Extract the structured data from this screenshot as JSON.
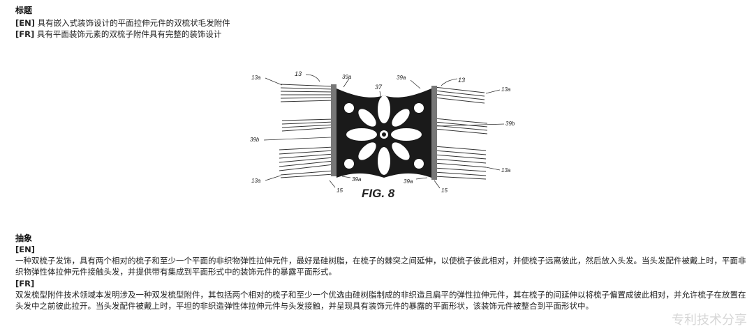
{
  "title_section": {
    "heading": "标题",
    "en_tag": "[EN]",
    "en_text": "具有嵌入式装饰设计的平面拉伸元件的双梳状毛发附件",
    "fr_tag": "[FR]",
    "fr_text": "具有平面装饰元素的双梳子附件具有完整的装饰设计"
  },
  "figure": {
    "caption": "FIG. 8",
    "labels": {
      "l13_top_left": "13",
      "l13_top_right": "13",
      "l13a_top_left": "13a",
      "l13a_top_right": "13a",
      "l13a_bottom_right": "13a",
      "l13a_bottom_left": "13a",
      "l39a_top_left": "39a",
      "l39a_top_right": "39a",
      "l37": "37",
      "l39b_left": "39b",
      "l39b_right": "39b",
      "l39a_bottom_left": "39a",
      "l39a_bottom_right": "39a",
      "l15_left": "15",
      "l15_right": "15"
    }
  },
  "abstract_section": {
    "heading": "抽象",
    "en_tag": "[EN]",
    "en_text": "一种双梳子发饰，具有两个相对的梳子和至少一个平面的非织物弹性拉伸元件，最好是硅树脂，在梳子的棘突之间延伸，以使梳子彼此相对，并使梳子远离彼此，然后放入头发。当头发配件被戴上时，平面非织物弹性体拉伸元件接触头发，并提供带有集成到平面形式中的装饰元件的暴露平面形式。",
    "fr_tag": "[FR]",
    "fr_text": "双发梳型附件技术领域本发明涉及一种双发梳型附件，其包括两个相对的梳子和至少一个优选由硅树脂制成的非织造且扁平的弹性拉伸元件，其在梳子的间延伸以将梳子偏置成彼此相对，并允许梳子在放置在头发中之前彼此拉开。当头发配件被戴上时，平坦的非织造弹性体拉伸元件与头发接触，并呈现具有装饰元件的暴露的平面形状，该装饰元件被整合到平面形状中。"
  },
  "watermark": "专利技术分享"
}
